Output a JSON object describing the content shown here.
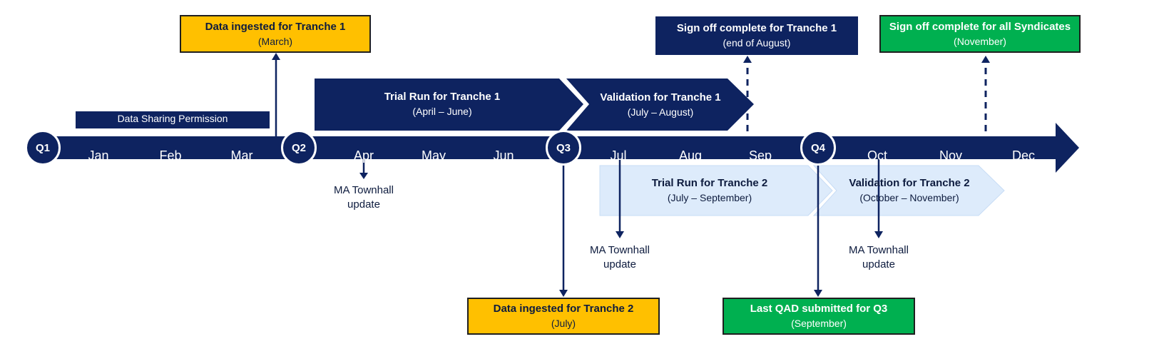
{
  "quarters": [
    "Q1",
    "Q2",
    "Q3",
    "Q4"
  ],
  "months": [
    "Jan",
    "Feb",
    "Mar",
    "Apr",
    "May",
    "Jun",
    "Jul",
    "Aug",
    "Sep",
    "Oct",
    "Nov",
    "Dec"
  ],
  "data_sharing": "Data Sharing Permission",
  "ingest_t1": {
    "title": "Data ingested for Tranche 1",
    "sub": "(March)"
  },
  "ingest_t2": {
    "title": "Data ingested for Tranche 2",
    "sub": "(July)"
  },
  "trial_t1": {
    "title": "Trial Run for Tranche 1",
    "sub": "(April – June)"
  },
  "valid_t1": {
    "title": "Validation for Tranche 1",
    "sub": "(July – August)"
  },
  "trial_t2": {
    "title": "Trial Run for Tranche 2",
    "sub": "(July – September)"
  },
  "valid_t2": {
    "title": "Validation for Tranche 2",
    "sub": "(October –  November)"
  },
  "signoff_t1": {
    "title": "Sign off complete for Tranche 1",
    "sub": "(end of August)"
  },
  "signoff_all": {
    "title": "Sign off complete for all Syndicates",
    "sub": "(November)"
  },
  "last_qad": {
    "title": "Last QAD submitted for Q3",
    "sub": "(September)"
  },
  "townhall": "MA Townhall update",
  "colors": {
    "navy": "#0e2360",
    "yellow": "#ffc000",
    "green": "#00b050",
    "light_blue": "#ddebfb"
  }
}
